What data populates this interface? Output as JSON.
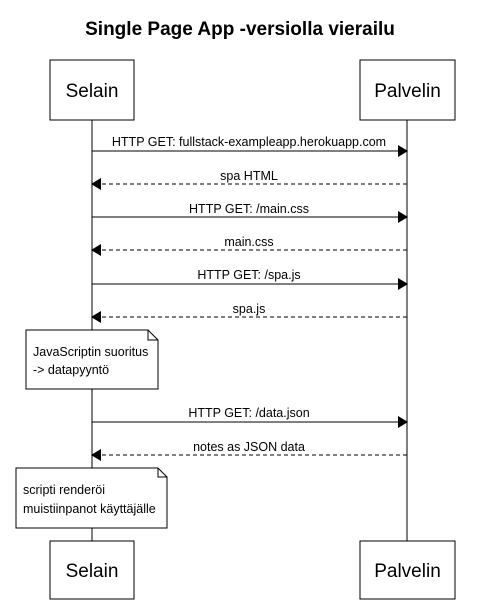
{
  "title": "Single Page App -versiolla vierailu",
  "participants": [
    {
      "id": "selain",
      "label": "Selain"
    },
    {
      "id": "palvelin",
      "label": "Palvelin"
    }
  ],
  "messages": [
    {
      "from": "selain",
      "to": "palvelin",
      "kind": "request",
      "label": "HTTP GET: fullstack-exampleapp.herokuapp.com"
    },
    {
      "from": "palvelin",
      "to": "selain",
      "kind": "response",
      "label": "spa HTML"
    },
    {
      "from": "selain",
      "to": "palvelin",
      "kind": "request",
      "label": "HTTP GET: /main.css"
    },
    {
      "from": "palvelin",
      "to": "selain",
      "kind": "response",
      "label": "main.css"
    },
    {
      "from": "selain",
      "to": "palvelin",
      "kind": "request",
      "label": "HTTP GET: /spa.js"
    },
    {
      "from": "palvelin",
      "to": "selain",
      "kind": "response",
      "label": "spa.js"
    },
    {
      "from": "selain",
      "to": "palvelin",
      "kind": "request",
      "label": "HTTP GET: /data.json"
    },
    {
      "from": "palvelin",
      "to": "selain",
      "kind": "response",
      "label": "notes as JSON data"
    }
  ],
  "notes": [
    {
      "over": "selain",
      "after_message": 6,
      "lines": [
        "JavaScriptin suoritus",
        "-> datapyyntö"
      ]
    },
    {
      "over": "selain",
      "after_message": 8,
      "lines": [
        "scripti renderöi",
        "muistiinpanot käyttäjälle"
      ]
    }
  ]
}
